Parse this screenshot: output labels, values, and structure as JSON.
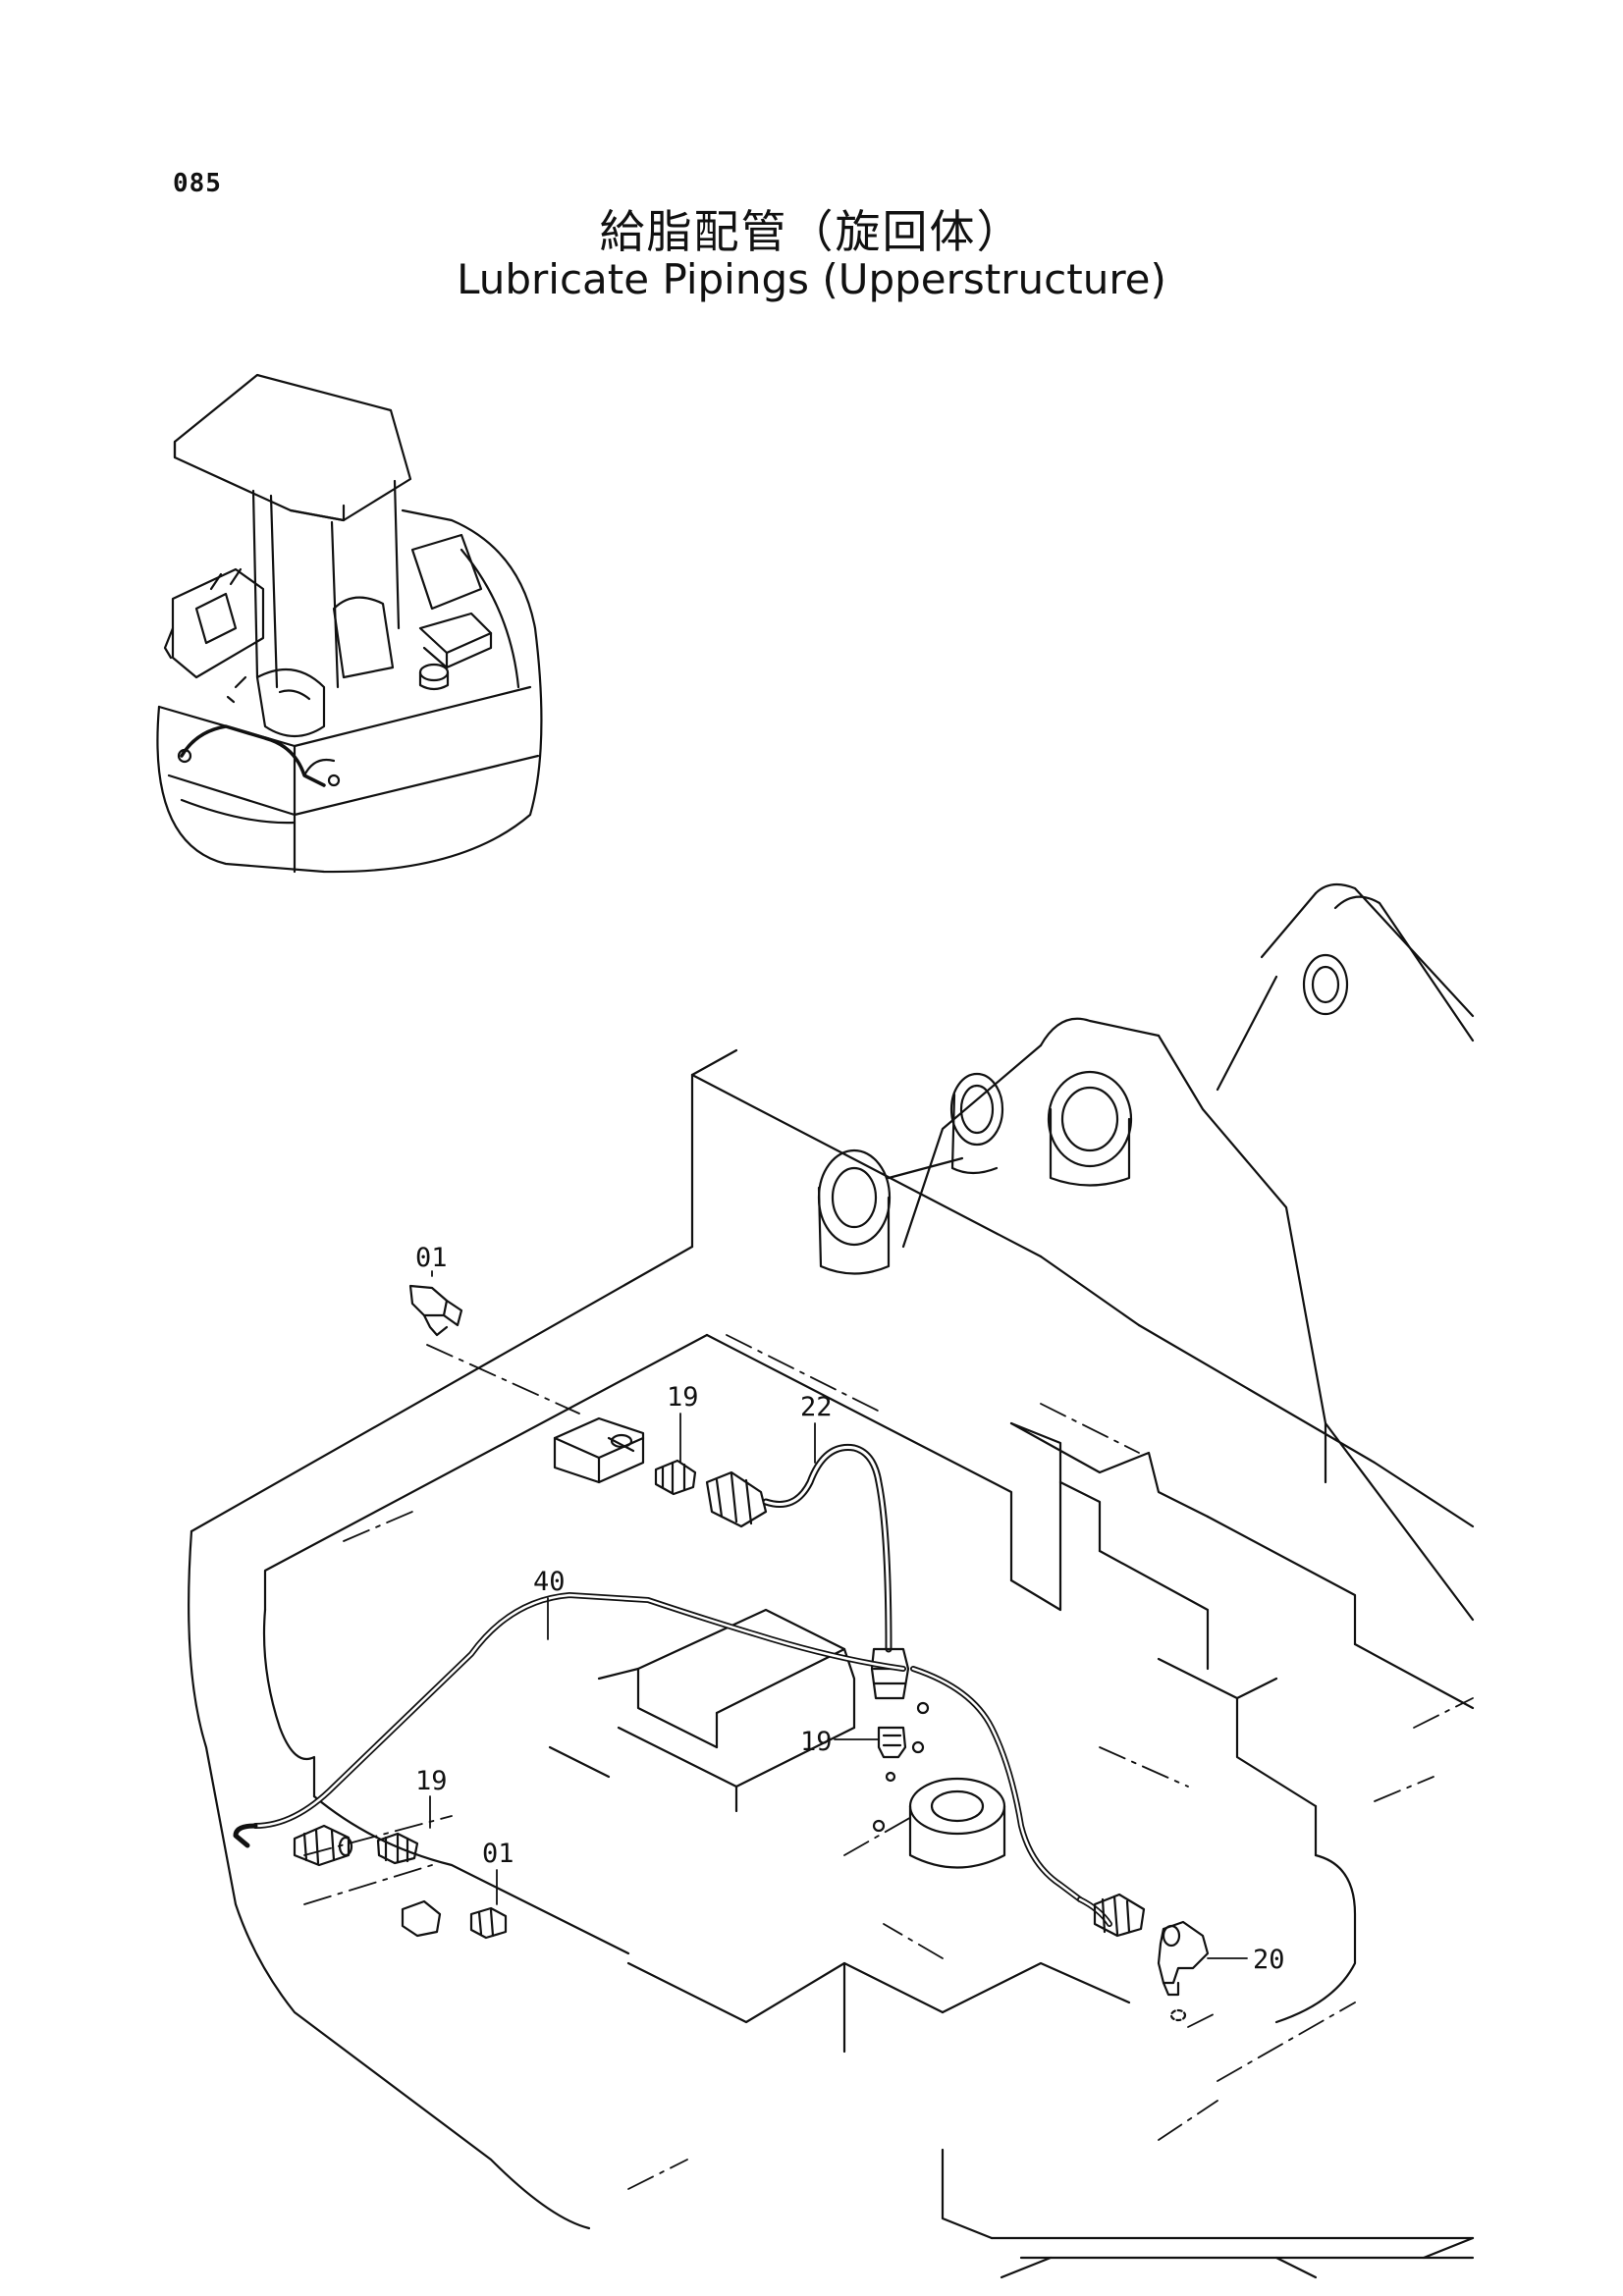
{
  "page": {
    "number": "085"
  },
  "title": {
    "japanese": "給脂配管（旋回体）",
    "english": "Lubricate Pipings (Upperstructure)"
  },
  "colors": {
    "ink": "#111111",
    "paper": "#ffffff"
  },
  "callouts": [
    {
      "id": "c-01a",
      "label": "01"
    },
    {
      "id": "c-19a",
      "label": "19"
    },
    {
      "id": "c-22",
      "label": "22"
    },
    {
      "id": "c-40",
      "label": "40"
    },
    {
      "id": "c-19b",
      "label": "19"
    },
    {
      "id": "c-19c",
      "label": "19"
    },
    {
      "id": "c-01b",
      "label": "01"
    },
    {
      "id": "c-20",
      "label": "20"
    }
  ]
}
